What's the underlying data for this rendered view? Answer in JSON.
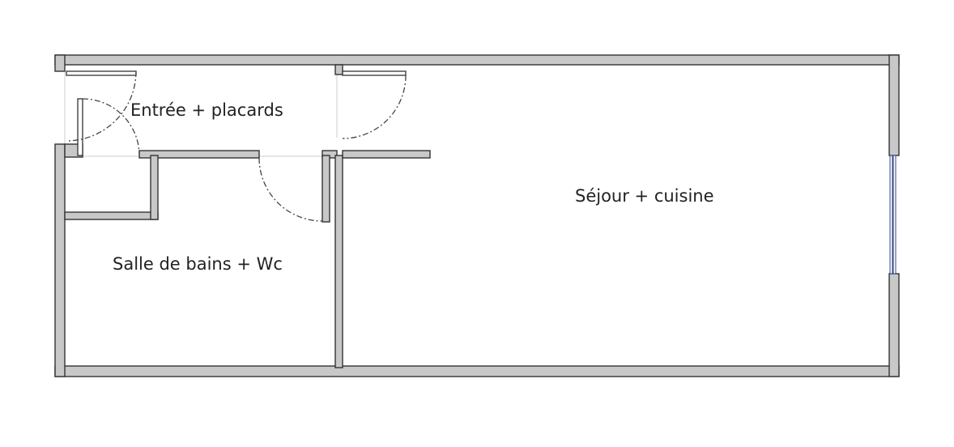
{
  "rooms": {
    "entree": "Entrée + placards",
    "sejour": "Séjour + cuisine",
    "salle_de_bains": "Salle de bains + Wc"
  },
  "colors": {
    "wall_fill": "#c8c8c8",
    "wall_stroke": "#333333",
    "label": "#222222",
    "window": "#334488"
  }
}
